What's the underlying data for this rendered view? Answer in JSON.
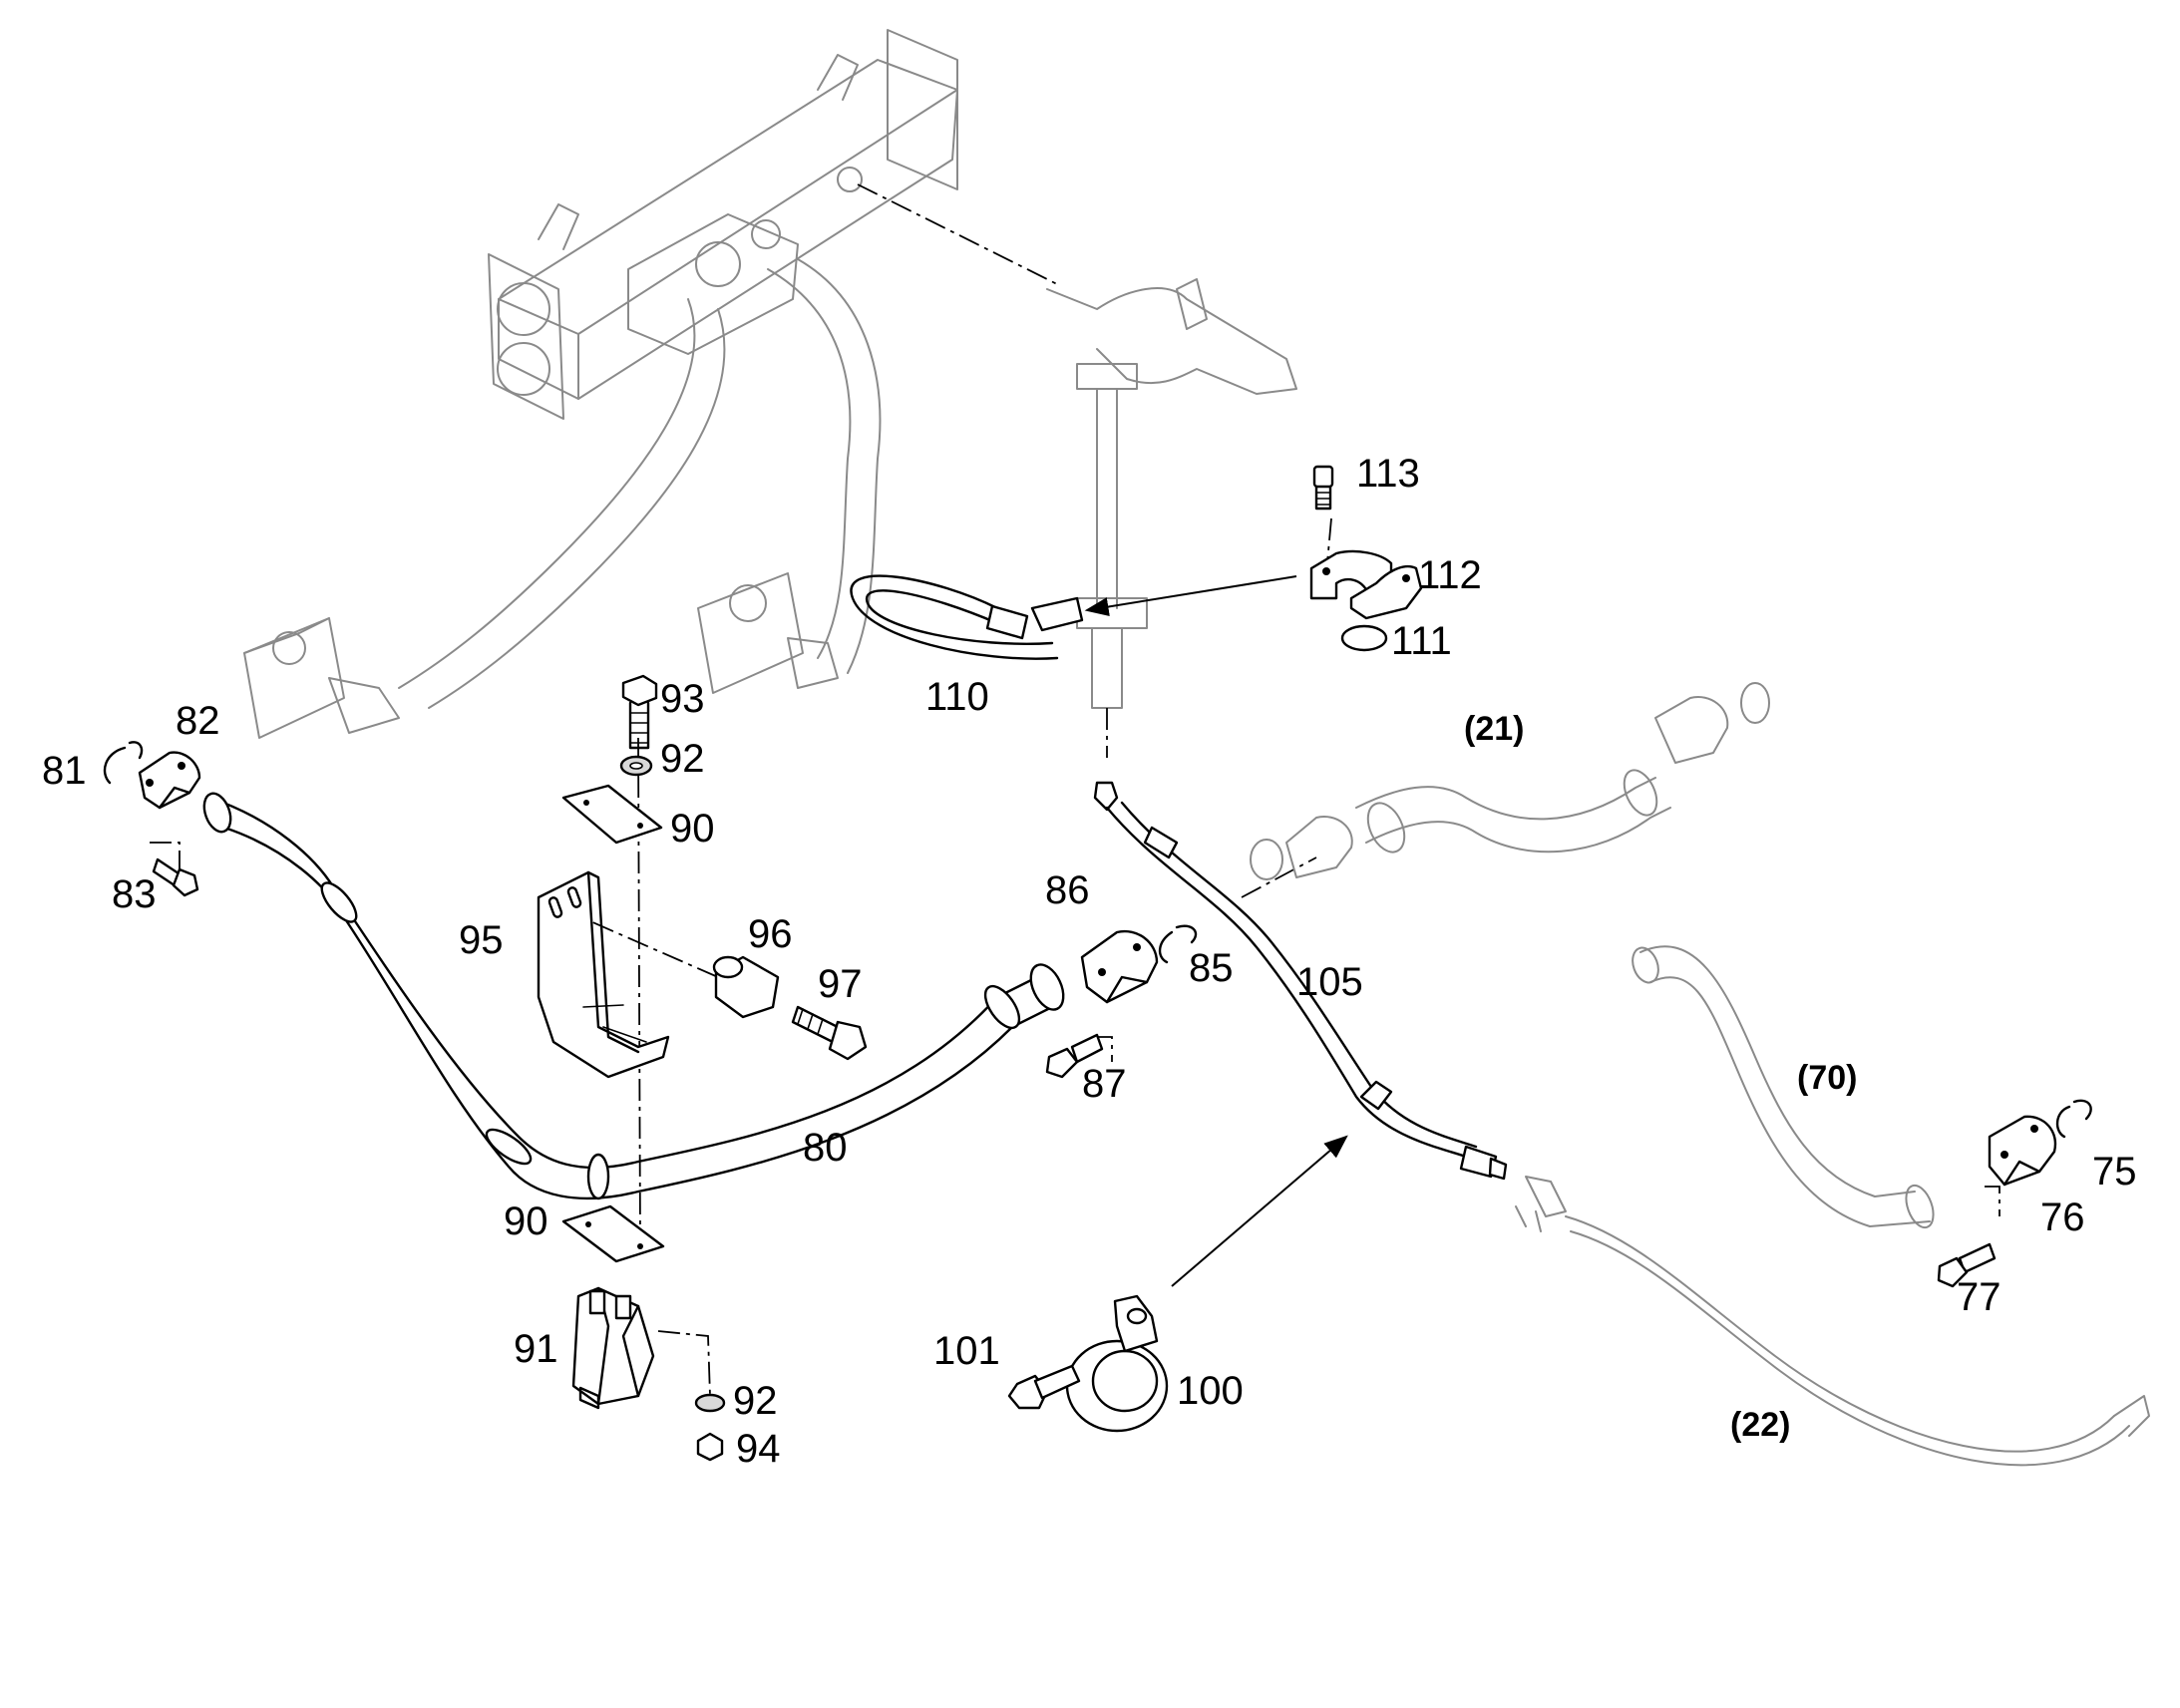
{
  "labels": {
    "p113": "113",
    "p112": "112",
    "p111": "111",
    "p110": "110",
    "p93": "93",
    "p92a": "92",
    "p90a": "90",
    "p81": "81",
    "p82": "82",
    "p83": "83",
    "p95": "95",
    "p96": "96",
    "p97": "97",
    "p86": "86",
    "p85": "85",
    "p87": "87",
    "p105": "105",
    "p80": "80",
    "p90b": "90",
    "p91": "91",
    "p92b": "92",
    "p94": "94",
    "p101": "101",
    "p100": "100",
    "p75": "75",
    "p76": "76",
    "p77": "77"
  },
  "groups": {
    "g21": "(21)",
    "g70": "(70)",
    "g22": "(22)"
  }
}
